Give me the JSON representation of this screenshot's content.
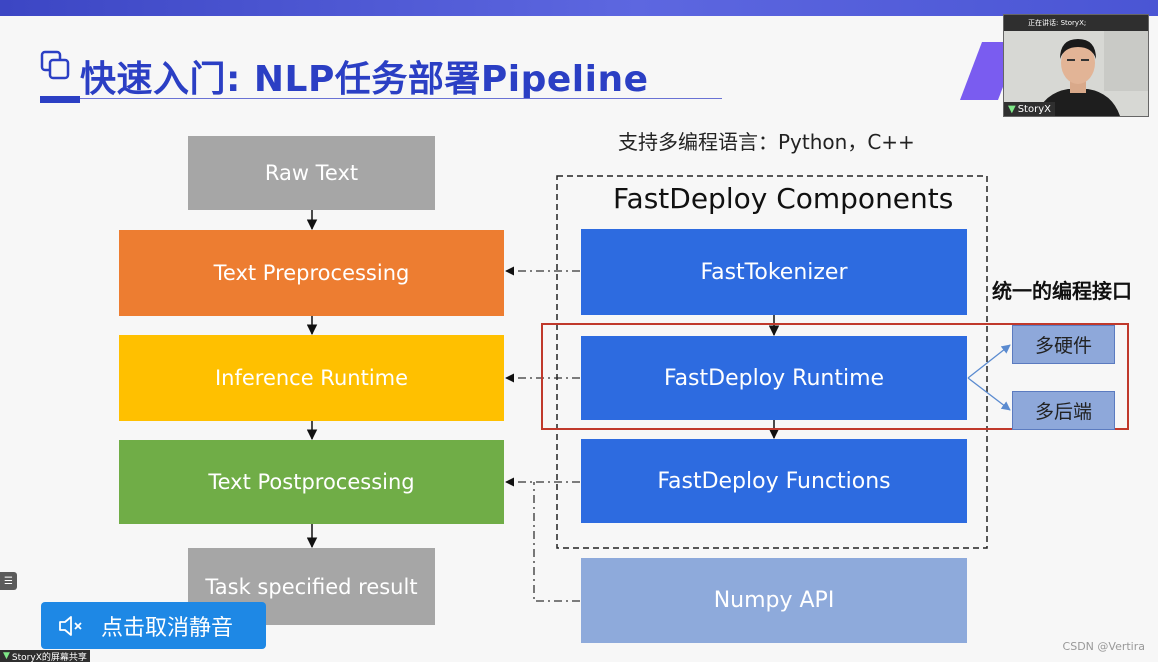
{
  "slide": {
    "title": "快速入门: NLP任务部署Pipeline",
    "languages_note": "支持多编程语言：Python，C++",
    "components_title": "FastDeploy Components",
    "unified_interface_label": "统一的编程接口"
  },
  "pipeline": [
    {
      "label": "Raw Text",
      "color": "#a6a6a6"
    },
    {
      "label": "Text Preprocessing",
      "color": "#ed7d31"
    },
    {
      "label": "Inference Runtime",
      "color": "#ffc000"
    },
    {
      "label": "Text Postprocessing",
      "color": "#70ad47"
    },
    {
      "label": "Task specified result",
      "color": "#a6a6a6"
    }
  ],
  "components": [
    {
      "label": "FastTokenizer",
      "color": "#2d6be0"
    },
    {
      "label": "FastDeploy Runtime",
      "color": "#2d6be0"
    },
    {
      "label": "FastDeploy Functions",
      "color": "#2d6be0"
    },
    {
      "label": "Numpy API",
      "color": "#8eaadb"
    }
  ],
  "runtime_targets": [
    {
      "label": "多硬件"
    },
    {
      "label": "多后端"
    }
  ],
  "overlay": {
    "webcam_header": "正在讲话: StoryX;",
    "webcam_name": "StoryX",
    "mute_button_label": "点击取消静音",
    "screen_share_label": "StoryX的屏幕共享",
    "watermark": "CSDN @Vertira"
  },
  "colors": {
    "title_blue": "#2b3fc4",
    "highlight_red": "#c0392b"
  }
}
